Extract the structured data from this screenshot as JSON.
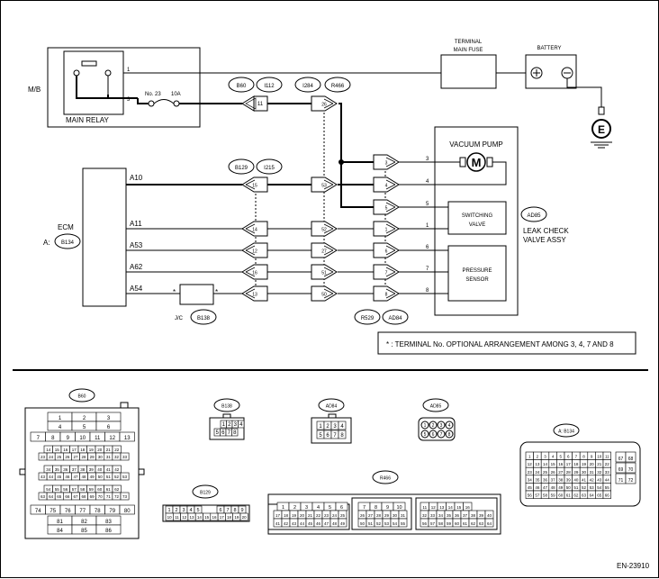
{
  "diagram_id": "EN-23910",
  "boxes": {
    "mb": "M/B",
    "main_relay": "MAIN RELAY",
    "fuse": {
      "number": "No. 23",
      "rating": "10A"
    },
    "terminal_main_fuse": [
      "TERMINAL",
      "MAIN FUSE"
    ],
    "battery": "BATTERY",
    "ground": "E",
    "ecm": "ECM",
    "ecm_prefix": "A:",
    "vacuum_pump": "VACUUM PUMP",
    "motor": "M",
    "switching_valve": [
      "SWITCHING",
      "VALVE"
    ],
    "pressure_sensor": [
      "PRESSURE",
      "SENSOR"
    ],
    "leak_check": [
      "LEAK CHECK",
      "VALVE ASSY"
    ],
    "jc": "J/C",
    "asterisk": "*",
    "note": "* : TERMINAL No. OPTIONAL ARRANGEMENT AMONG 3, 4, 7 AND 8"
  },
  "relay_pins": [
    "1",
    "3"
  ],
  "ecm_pins": [
    "A10",
    "A11",
    "A53",
    "A62",
    "A54"
  ],
  "lcv_pins": [
    "3",
    "4",
    "5",
    "1",
    "6",
    "7",
    "8"
  ],
  "connector_tags": {
    "b60": "B60",
    "i112": "I112",
    "i284": "I284",
    "r466": "R466",
    "b129": "B129",
    "i215": "I215",
    "b134": "B134",
    "b138": "B138",
    "r529": "R529",
    "ad84": "AD84",
    "ad85": "AD85"
  },
  "plug_numbers": {
    "col1": [
      "11",
      "15",
      "14",
      "12",
      "16",
      "13"
    ],
    "col2": [
      "26",
      "53",
      "52",
      "27",
      "51",
      "50"
    ],
    "col3": [
      "3",
      "4",
      "5",
      "1",
      "6",
      "7",
      "8"
    ]
  },
  "face_labels": {
    "b60": "B60",
    "b138": "B138",
    "ad84": "AD84",
    "ad85": "AD85",
    "b134": "A: B134",
    "r466": "R466",
    "b129": "B129"
  },
  "faces": {
    "b60": [
      [
        "1",
        "2",
        "3"
      ],
      [
        "4",
        "5",
        "6"
      ],
      [
        "7",
        "8",
        "9",
        "10",
        "11",
        "12",
        "13"
      ],
      [
        "14",
        "15",
        "16",
        "17",
        "18",
        "19",
        "20",
        "21",
        "22"
      ],
      [
        "23",
        "24",
        "25",
        "26",
        "27",
        "28",
        "29",
        "30",
        "31",
        "32",
        "33"
      ],
      [
        "34",
        "35",
        "36",
        "37",
        "38",
        "39",
        "40",
        "41",
        "42"
      ],
      [
        "43",
        "44",
        "45",
        "46",
        "47",
        "48",
        "49",
        "50",
        "51",
        "52",
        "53"
      ],
      [
        "54",
        "55",
        "56",
        "57",
        "58",
        "59",
        "60",
        "61",
        "62"
      ],
      [
        "63",
        "64",
        "65",
        "66",
        "67",
        "68",
        "69",
        "70",
        "71",
        "72",
        "73"
      ],
      [
        "74",
        "75",
        "76",
        "77",
        "78",
        "79",
        "80"
      ],
      [
        "81",
        "82",
        "83"
      ],
      [
        "84",
        "85",
        "86"
      ]
    ],
    "b138": [
      [
        "1",
        "2",
        "3",
        "4"
      ],
      [
        "5",
        "6",
        "7",
        "8"
      ]
    ],
    "ad84": [
      [
        "1",
        "2",
        "3",
        "4"
      ],
      [
        "5",
        "6",
        "7",
        "8"
      ]
    ],
    "ad85": [
      [
        "1",
        "2",
        "3",
        "4"
      ],
      [
        "5",
        "6",
        "7",
        "8"
      ]
    ],
    "b129": [
      [
        "1",
        "2",
        "3",
        "4",
        "5",
        "6",
        "7",
        "8",
        "9"
      ],
      [
        "10",
        "11",
        "12",
        "13",
        "14",
        "15",
        "16",
        "17",
        "18",
        "19",
        "20"
      ]
    ],
    "b134_main": [
      [
        "1",
        "2",
        "3",
        "4",
        "5",
        "6",
        "7",
        "8",
        "9",
        "10",
        "11"
      ],
      [
        "12",
        "13",
        "14",
        "15",
        "16",
        "17",
        "18",
        "19",
        "20",
        "21",
        "22"
      ],
      [
        "23",
        "24",
        "25",
        "26",
        "27",
        "28",
        "29",
        "30",
        "31",
        "32",
        "33"
      ],
      [
        "34",
        "35",
        "36",
        "37",
        "38",
        "39",
        "40",
        "41",
        "42",
        "43",
        "44"
      ],
      [
        "45",
        "46",
        "47",
        "48",
        "49",
        "50",
        "51",
        "52",
        "53",
        "54",
        "55"
      ],
      [
        "56",
        "57",
        "58",
        "59",
        "60",
        "61",
        "62",
        "63",
        "64",
        "65",
        "66"
      ]
    ],
    "b134_side": [
      [
        "67",
        "68"
      ],
      [
        "69",
        "70"
      ],
      [
        "71",
        "72"
      ]
    ],
    "r466_a": [
      [
        "1",
        "2",
        "3",
        "4",
        "5",
        "6"
      ],
      [
        "17",
        "18",
        "19",
        "20",
        "21",
        "22",
        "23",
        "24",
        "25"
      ],
      [
        "41",
        "42",
        "43",
        "44",
        "45",
        "46",
        "47",
        "48",
        "49"
      ]
    ],
    "r466_b": [
      [
        "7",
        "8",
        "9",
        "10"
      ],
      [
        "26",
        "27",
        "28",
        "29",
        "30",
        "31"
      ],
      [
        "50",
        "51",
        "52",
        "53",
        "54",
        "55"
      ]
    ],
    "r466_c": [
      [
        "11",
        "12",
        "13",
        "14",
        "15",
        "16"
      ],
      [
        "32",
        "33",
        "34",
        "35",
        "36",
        "37",
        "38",
        "39",
        "40"
      ],
      [
        "56",
        "57",
        "58",
        "59",
        "60",
        "61",
        "62",
        "63",
        "64"
      ]
    ]
  }
}
